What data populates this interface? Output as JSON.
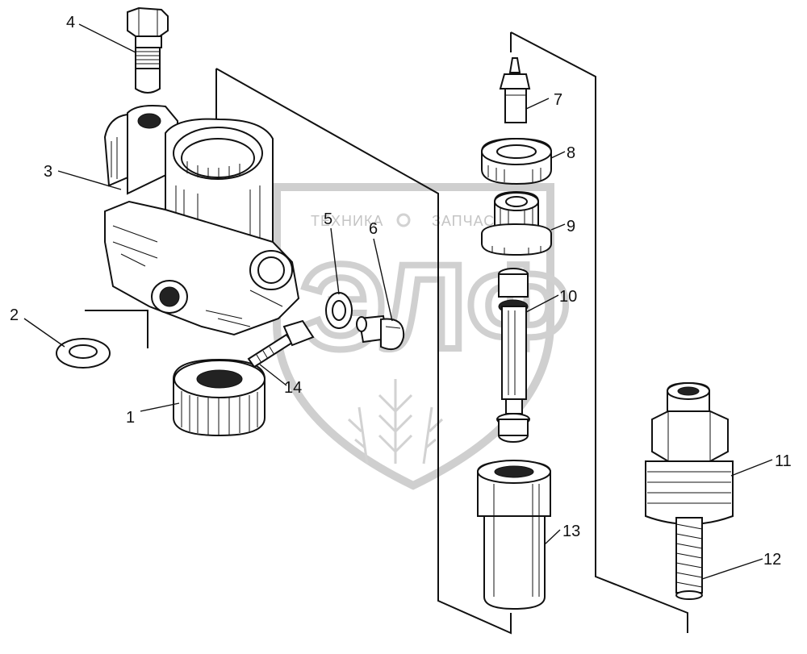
{
  "watermark": {
    "brand_left": "ТЕХНИКА",
    "brand_right": "ЗАПЧАСТИ",
    "letters": "ЭЛФ"
  },
  "callouts": [
    "1",
    "2",
    "3",
    "4",
    "5",
    "6",
    "7",
    "8",
    "9",
    "10",
    "11",
    "12",
    "13",
    "14"
  ]
}
